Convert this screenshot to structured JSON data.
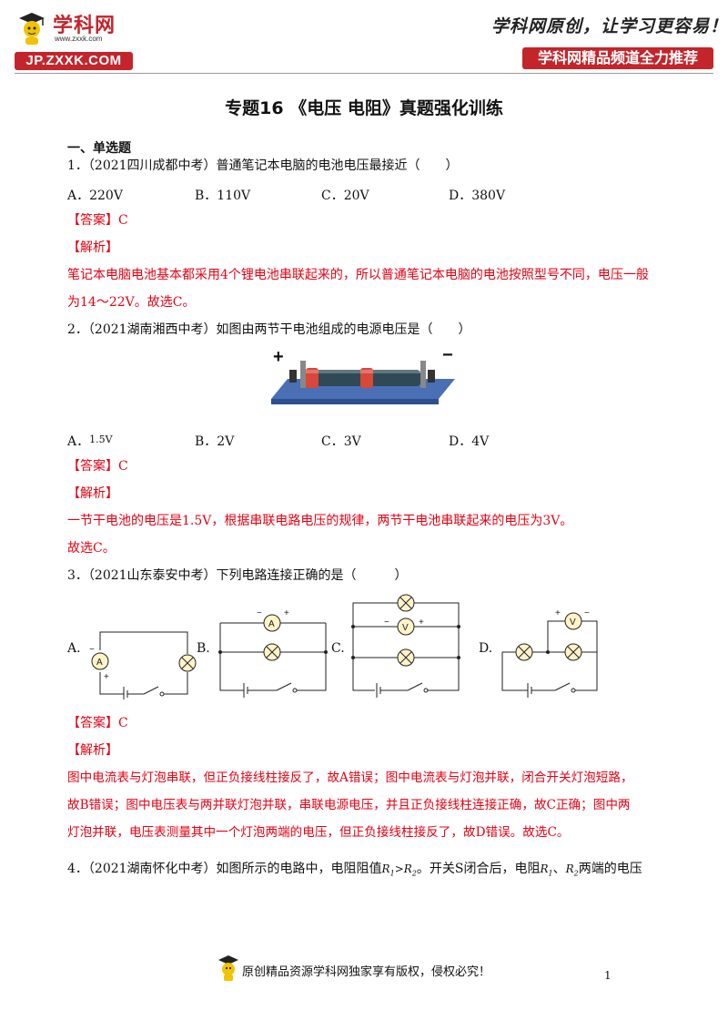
{
  "header": {
    "brand_name": "学科网",
    "brand_url": "www.zxxk.com",
    "badge_left": "JP.ZXXK.COM",
    "slogan": "学科网原创，让学习更容易！",
    "badge_right": "学科网精品频道全力推荐"
  },
  "title": "专题16 《电压 电阻》真题强化训练",
  "section": "一、单选题",
  "q1": {
    "stem": "1．（2021四川成都中考）普通笔记本电脑的电池电压最接近（　　）",
    "options": [
      "A．220V",
      "B．110V",
      "C．20V",
      "D．380V"
    ],
    "answer": "【答案】C",
    "analysis_label": "【解析】",
    "analysis": [
      "笔记本电脑电池基本都采用4个锂电池串联起来的，所以普通笔记本电脑的电池按照型号不同，电压一般",
      "为14～22V。故选C。"
    ]
  },
  "q2": {
    "stem": "2．（2021湖南湘西中考）如图由两节干电池组成的电源电压是（　　）",
    "figure": {
      "plus": "+",
      "minus": "−"
    },
    "options": [
      {
        "letter": "A．",
        "value": "1.5V"
      },
      {
        "letter": "B．",
        "value": "2V"
      },
      {
        "letter": "C．",
        "value": "3V"
      },
      {
        "letter": "D．",
        "value": "4V"
      }
    ],
    "answer": "【答案】C",
    "analysis_label": "【解析】",
    "analysis": [
      "一节干电池的电压是1.5V，根据串联电路电压的规律，两节干电池串联起来的电压为3V。",
      "故选C。"
    ]
  },
  "q3": {
    "stem": "3．（2021山东泰安中考）下列电路连接正确的是（　　　）",
    "option_letters": [
      "A.",
      "B.",
      "C.",
      "D."
    ],
    "meter_labels": {
      "ammeter": "A",
      "voltmeter": "V",
      "plus": "+",
      "minus": "−"
    },
    "answer": "【答案】C",
    "analysis_label": "【解析】",
    "analysis": [
      "图中电流表与灯泡串联，但正负接线柱接反了，故A错误；图中电流表与灯泡并联，闭合开关灯泡短路，",
      "故B错误；图中电压表与两并联灯泡并联，串联电源电压，并且正负接线柱连接正确，故C正确；图中两",
      "灯泡并联，电压表测量其中一个灯泡两端的电压，但正负接线柱接反了，故D错误。故选C。"
    ]
  },
  "q4": {
    "stem_a": "4．（2021湖南怀化中考）如图所示的电路中，电阻阻值",
    "r1": "R",
    "r1_sub": "1",
    "gt": ">",
    "r2": "R",
    "r2_sub": "2",
    "stem_b": "。开关S闭合后，电阻",
    "sep": "、",
    "stem_c": "两端的电压"
  },
  "footer": {
    "text": "原创精品资源学科网独家享有版权，侵权必究！",
    "page": "1"
  },
  "colors": {
    "brand_red": "#c3252b",
    "answer_red": "#e60012"
  }
}
